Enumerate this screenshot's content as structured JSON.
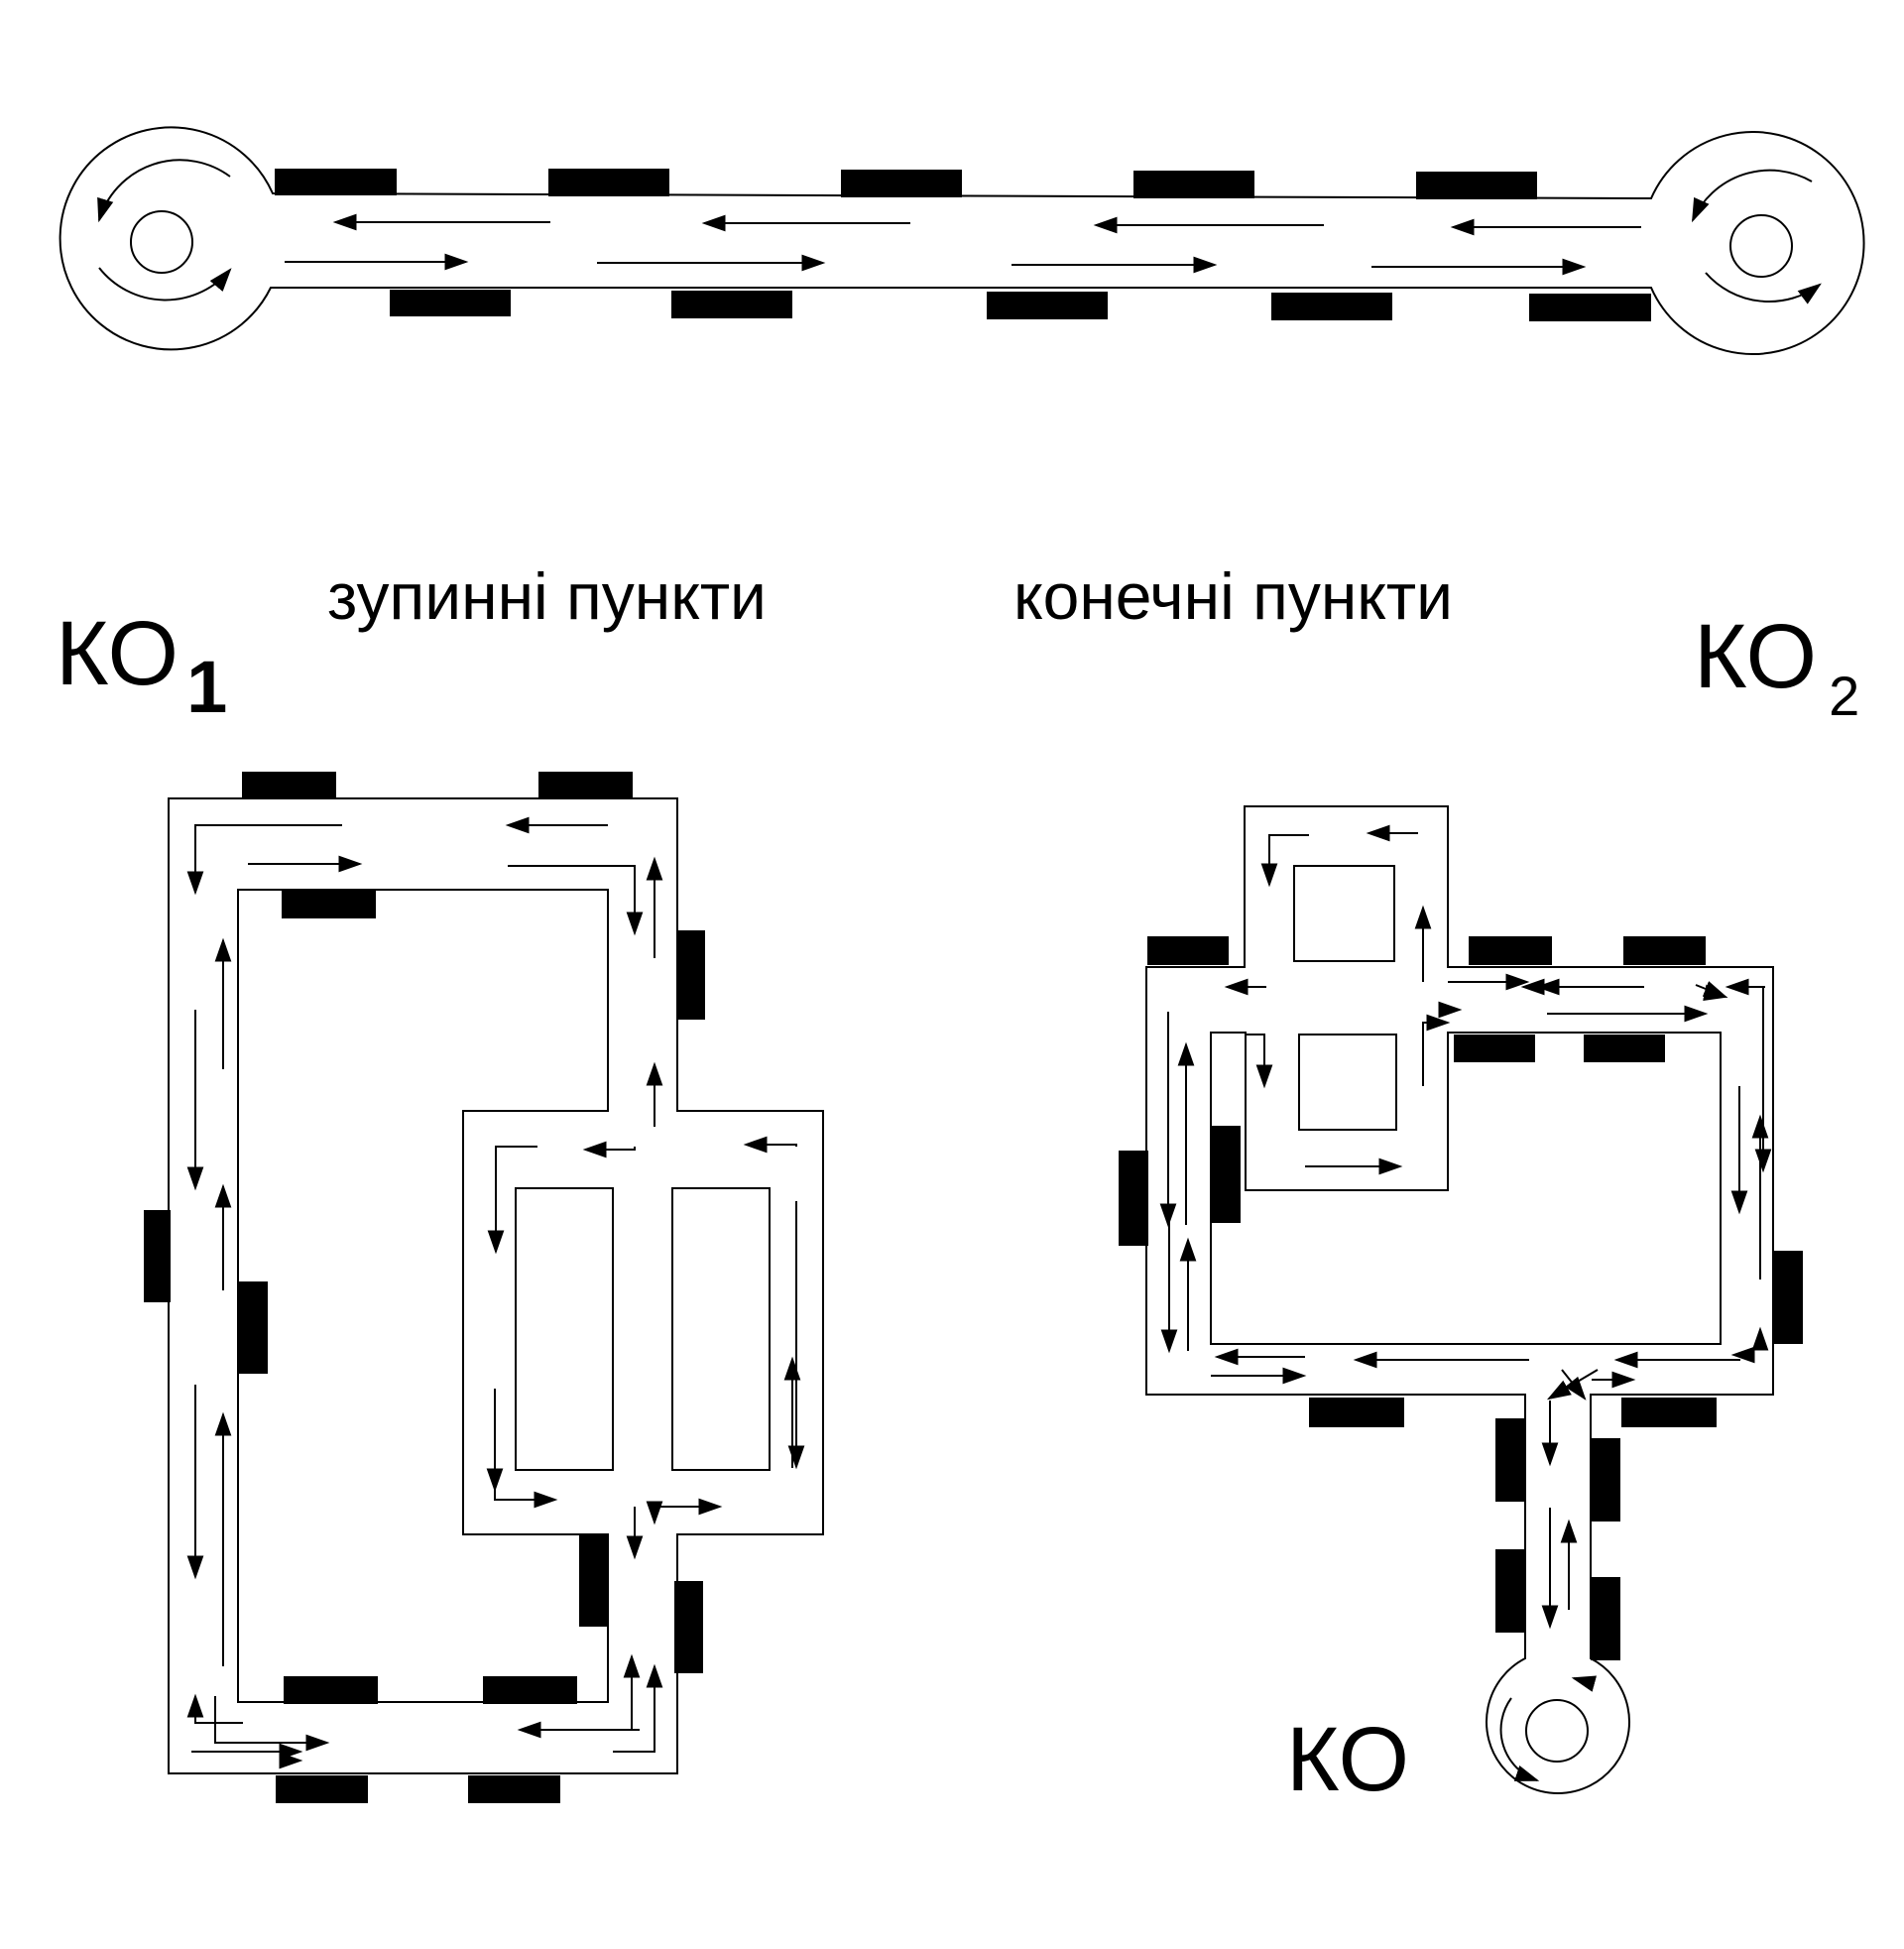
{
  "labels": {
    "stops": "зупинні пункти",
    "terminals": "конечні пункти",
    "ko1_main": "КО",
    "ko1_sub": "1",
    "ko2_main": "КО",
    "ko2_sub": "2",
    "ko3": "КО"
  },
  "colors": {
    "ink": "#000000",
    "paper": "#ffffff"
  }
}
